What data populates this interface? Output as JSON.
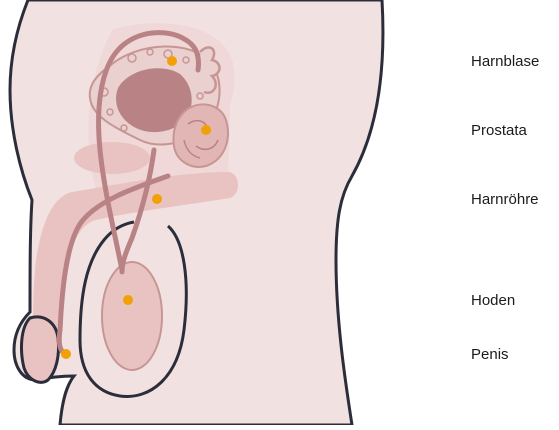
{
  "labels": [
    {
      "id": "harnblase",
      "text": "Harnblase"
    },
    {
      "id": "prostata",
      "text": "Prostata"
    },
    {
      "id": "harnroehre",
      "text": "Harnröhre"
    },
    {
      "id": "hoden",
      "text": "Hoden"
    },
    {
      "id": "penis",
      "text": "Penis"
    }
  ],
  "colors": {
    "skin": "#f1e2e1",
    "outline": "#2b2d3a",
    "tissue": "#e9c3c2",
    "tissue_dark": "#c79694",
    "urethra": "#b98385",
    "organ_pattern": "#d7aaa9",
    "marker": "#f2a007",
    "leader_orange": "#f29100",
    "leader_red": "#cc1e3c"
  }
}
